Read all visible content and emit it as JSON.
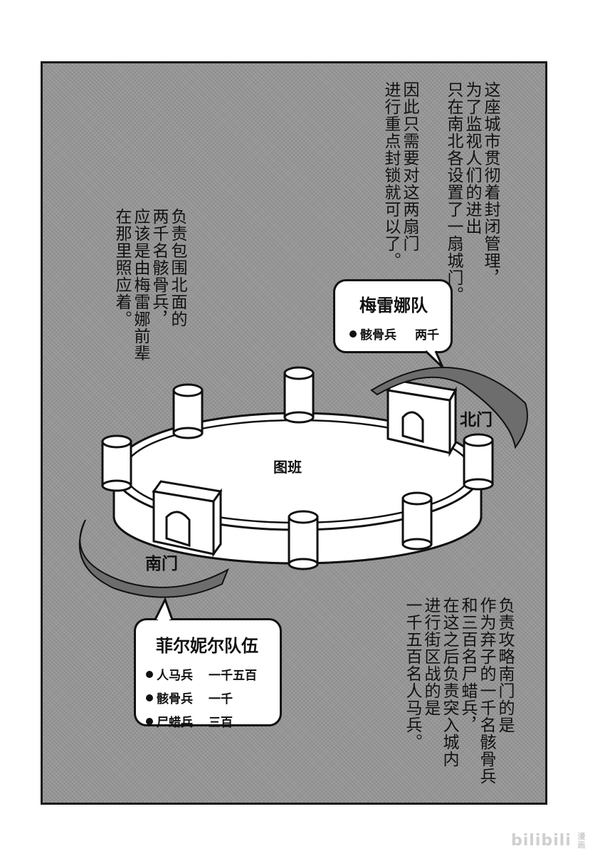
{
  "narration": {
    "top_right": [
      "这座城市贯彻着封闭管理，",
      "为了监视人们的进出",
      "只在南北各设置了一扇城门。"
    ],
    "top_middle": [
      "因此只需要对这两扇门",
      "进行重点封锁就可以了。"
    ],
    "top_left": [
      "负责包围北面的",
      "两千名骸骨兵，",
      "应该是由梅雷娜前辈",
      "在那里照应着。"
    ],
    "bottom_right": [
      "负责攻略南门的是",
      "作为弃子的一千名骸骨兵",
      "和三百名尸蜡兵，",
      "在这之后负责突入城内",
      "进行街区战的是",
      "一千五百名人马兵。"
    ]
  },
  "north_team": {
    "title": "梅雷娜队",
    "rows": [
      {
        "unit": "骸骨兵",
        "count": "两千"
      }
    ]
  },
  "south_team": {
    "title": "菲尔妮尔队伍",
    "rows": [
      {
        "unit": "人马兵",
        "count": "一千五百"
      },
      {
        "unit": "骸骨兵",
        "count": "一千"
      },
      {
        "unit": "尸蜡兵",
        "count": "三百"
      }
    ]
  },
  "map": {
    "city": "图班",
    "north_gate": "北门",
    "south_gate": "南门"
  },
  "watermark": {
    "brand": "bilibili",
    "sub": "漫画"
  }
}
